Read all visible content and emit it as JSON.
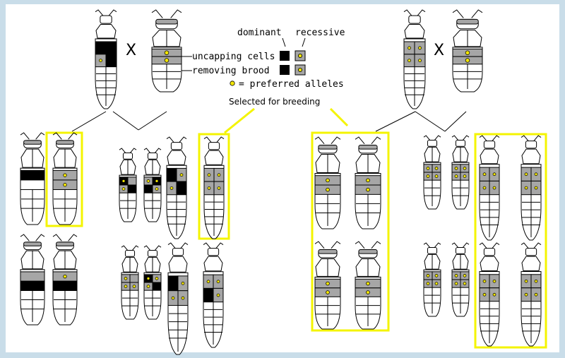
{
  "legend": {
    "dominant": "dominant",
    "recessive": "recessive",
    "uncapping": "uncapping cells",
    "removing": "removing brood",
    "preferred": "= preferred alleles"
  },
  "selected_label": "Selected for breeding",
  "cross_symbol": "X",
  "colors": {
    "background": "#c9dde9",
    "panel": "#ffffff",
    "grey": "#a6a6a6",
    "black": "#000000",
    "allele": "#f3e600",
    "highlight": "#f4f400"
  }
}
